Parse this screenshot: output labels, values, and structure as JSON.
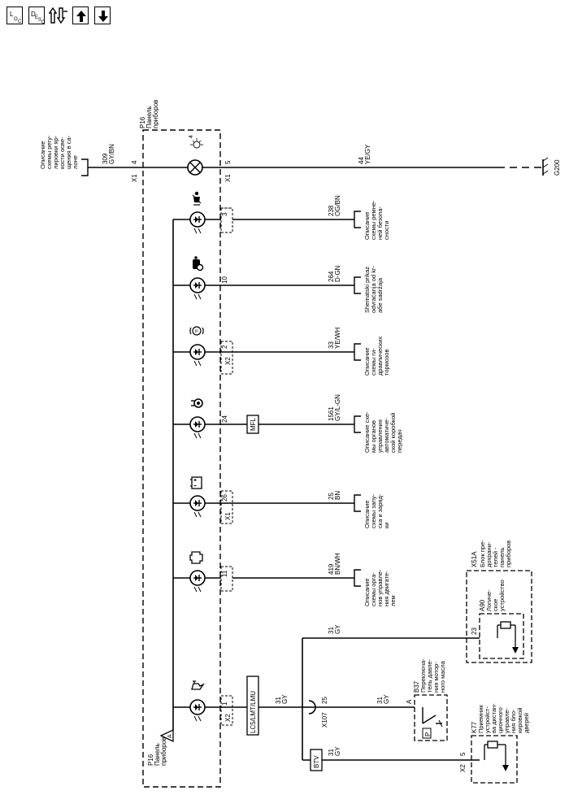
{
  "toolbar": {
    "loc_main": "L",
    "loc_sub1": "O",
    "loc_sub2": "C",
    "desc_main": "D",
    "desc_sub1": "E",
    "desc_sub2": "S",
    "desc_sub3": "C"
  },
  "top": {
    "panel_ref": "P16",
    "panel_name_1": "Панель",
    "panel_name_2": "приборов",
    "left_desc": [
      "Описание",
      "схемы регу-",
      "лировки яр-",
      "кости осве-",
      "щения в са-",
      "лоне"
    ],
    "left_wire_num": "309",
    "left_wire_color": "GY/BN",
    "pin4": "4",
    "x1_left": "X1",
    "bulb_pin": "4",
    "x1_right": "X1",
    "pin5": "5",
    "right_wire_num": "44",
    "right_wire_color": "YE/GY",
    "ground": "G200"
  },
  "indicators": [
    {
      "pin": "3",
      "wire_num": "238",
      "wire_color": "OG/BN",
      "desc": [
        "Описание",
        "схемы ремне-",
        "ней безопа-",
        "сности"
      ]
    },
    {
      "pin": "10",
      "wire_num": "264",
      "wire_color": "D-GN",
      "desc": [
        "Shematski prikaz",
        "odvraćanja od kr-",
        "aбe sadržaja"
      ]
    },
    {
      "pin": "2",
      "wire_num": "33",
      "wire_color": "YE/WH",
      "connector": "X2",
      "desc": [
        "Описание",
        "схемы ги-",
        "дравлических",
        "тормозов"
      ]
    },
    {
      "pin": "24",
      "wire_num": "1561",
      "wire_color": "GY/L-GN",
      "box": "MFL",
      "desc": [
        "Описание схе-",
        "мы органов",
        "управления",
        "автоматиче-",
        "ской коробкой",
        "передач"
      ]
    },
    {
      "pin": "26",
      "wire_num": "25",
      "wire_color": "BN",
      "connector": "X1",
      "desc": [
        "Описание",
        "схемы запу-",
        "ска и заряд-",
        "ки"
      ]
    },
    {
      "pin": "11",
      "wire_num": "419",
      "wire_color": "BN/WH",
      "desc": [
        "Описание",
        "схемы орга-",
        "нов управле-",
        "ния двигате-",
        "лем"
      ]
    }
  ],
  "lower": {
    "pin1": "1",
    "x2_label": "X2",
    "lc5_box": "LC5/LMT/LMU",
    "wire_31_num": "31",
    "wire_31_color": "GY",
    "x107_pin": "25",
    "x107_label": "X107",
    "btv_box": "BTV",
    "p16_ref": "P16",
    "p16_name_1": "Панель",
    "p16_name_2": "приборов",
    "p16_marker": "A",
    "b37_pin": "A",
    "b37_ref": "B37",
    "b37_desc": [
      "Переключа-",
      "тель давле-",
      "ния мотор-",
      "ного масла"
    ],
    "b37_marker": "P",
    "a90_pin": "23",
    "a90_ref": "A90",
    "a90_desc": [
      "Логиче-",
      "ское",
      "устройство"
    ],
    "x51a_ref": "X51A",
    "x51a_desc": [
      "Блок пре-",
      "дохрани-",
      "телей -",
      "панель",
      "приборов"
    ],
    "k77_pin": "5",
    "k77_conn": "X2",
    "k77_ref": "K77",
    "k77_desc": [
      "Приемник",
      "устройст-",
      "ва дистан-",
      "ционного",
      "управле-",
      "ния бло-",
      "кировкой",
      "дверей"
    ]
  }
}
